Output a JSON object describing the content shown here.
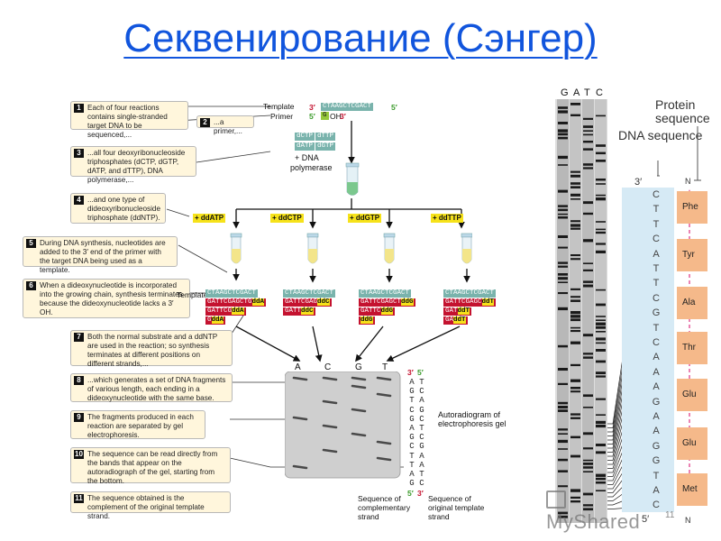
{
  "title": "Секвенирование (Сэнгер)",
  "page_number": "11",
  "watermark": "MyShared",
  "steps": [
    {
      "num": "1",
      "text": "Each of four reactions contains single-stranded target DNA to be sequenced,..."
    },
    {
      "num": "2",
      "text": "...a primer,..."
    },
    {
      "num": "3",
      "text": "...all four deoxyribonucleoside triphosphates (dCTP, dGTP, dATP, and dTTP), DNA polymerase,..."
    },
    {
      "num": "4",
      "text": "...and one type of dideoxyribonucleoside triphosphate (ddNTP)."
    },
    {
      "num": "5",
      "text": "During DNA synthesis, nucleotides are added to the 3′ end of the primer with the target DNA being used as a template."
    },
    {
      "num": "6",
      "text": "When a dideoxynucleotide is incorporated into the growing chain, synthesis terminates because the dideoxynucleotide lacks a 3′ OH."
    },
    {
      "num": "7",
      "text": "Both the normal substrate and a ddNTP are used in the reaction; so synthesis terminates at different positions on different strands,..."
    },
    {
      "num": "8",
      "text": "...which generates a set of DNA fragments of various length, each ending in a dideoxynucleotide with the same base."
    },
    {
      "num": "9",
      "text": "The fragments produced in each reaction are separated by gel electrophoresis."
    },
    {
      "num": "10",
      "text": "The sequence can be read directly from the bands that appear on the autoradiograph of the gel, starting from the bottom."
    },
    {
      "num": "11",
      "text": "The sequence obtained is the complement of the original template strand."
    }
  ],
  "top": {
    "template_label": "Template",
    "primer_label": "Primer",
    "template_seq": "CTAAGCTCGACT",
    "primer_seq": "G",
    "oh": "OH",
    "three_prime": "3′",
    "five_prime": "5′",
    "dntp": [
      "dCTP",
      "dTTP",
      "dATP",
      "dGTP"
    ],
    "plus_dna": "+ DNA",
    "polymerase": "polymerase"
  },
  "ddntps": [
    "+ ddATP",
    "+ ddCTP",
    "+ ddGTP",
    "+ ddTTP"
  ],
  "reactions_template_label": "Template",
  "reactions": [
    {
      "template": "CTAAGCTCGACT",
      "products": [
        [
          "GATTCGAGCTG",
          "ddA"
        ],
        [
          "GATTCG",
          "ddA"
        ],
        [
          "G",
          "ddA"
        ]
      ]
    },
    {
      "template": "CTAAGCTCGACT",
      "products": [
        [
          "GATTCGAG",
          "ddC"
        ],
        [
          "GATT",
          "ddC"
        ]
      ]
    },
    {
      "template": "CTAAGCTCGACT",
      "products": [
        [
          "GATTCGAGCT",
          "ddG"
        ],
        [
          "GATTC",
          "ddG"
        ],
        [
          "",
          "ddG"
        ]
      ]
    },
    {
      "template": "CTAAGCTCGACT",
      "products": [
        [
          "GATTCGAGC",
          "ddT"
        ],
        [
          "GAT",
          "ddT"
        ],
        [
          "GA",
          "ddT"
        ]
      ]
    }
  ],
  "gel": {
    "lanes": [
      "A",
      "C",
      "G",
      "T"
    ],
    "comp_top": "3′",
    "comp_bottom": "5′",
    "orig_top": "5′",
    "orig_bottom": "3′",
    "complementary": [
      "A",
      "G",
      "T",
      "C",
      "G",
      "A",
      "G",
      "C",
      "T",
      "T",
      "A",
      "G"
    ],
    "original": [
      "T",
      "C",
      "A",
      "G",
      "C",
      "T",
      "C",
      "G",
      "A",
      "A",
      "T",
      "C"
    ],
    "autoradiogram_label": "Autoradiogram of electrophoresis gel",
    "seq_comp_label": "Sequence of complementary strand",
    "seq_orig_label": "Sequence of original template strand"
  },
  "right": {
    "gel_lanes": [
      "G",
      "A",
      "T",
      "C"
    ],
    "dna_sequence_label": "DNA sequence",
    "protein_sequence_label": "Protein sequence",
    "three_prime": "3′",
    "five_prime": "5′",
    "n_top": "N",
    "n_bottom": "N",
    "nucleotides": [
      "C",
      "T",
      "T",
      "C",
      "A",
      "T",
      "T",
      "C",
      "G",
      "T",
      "C",
      "A",
      "A",
      "A",
      "G",
      "A",
      "A",
      "G",
      "G",
      "T",
      "A",
      "C"
    ],
    "amino_acids": [
      "Phe",
      "Tyr",
      "Ala",
      "Thr",
      "Glu",
      "Glu",
      "Met"
    ]
  },
  "colors": {
    "title": "#1155dd",
    "accent_red": "#c4122f",
    "accent_green": "#96c83c",
    "ddntp_yellow": "#f6e21a",
    "teal": "#79b3ac",
    "protein_box": "#f5b98a",
    "strand_bg": "#d6eaf5"
  }
}
